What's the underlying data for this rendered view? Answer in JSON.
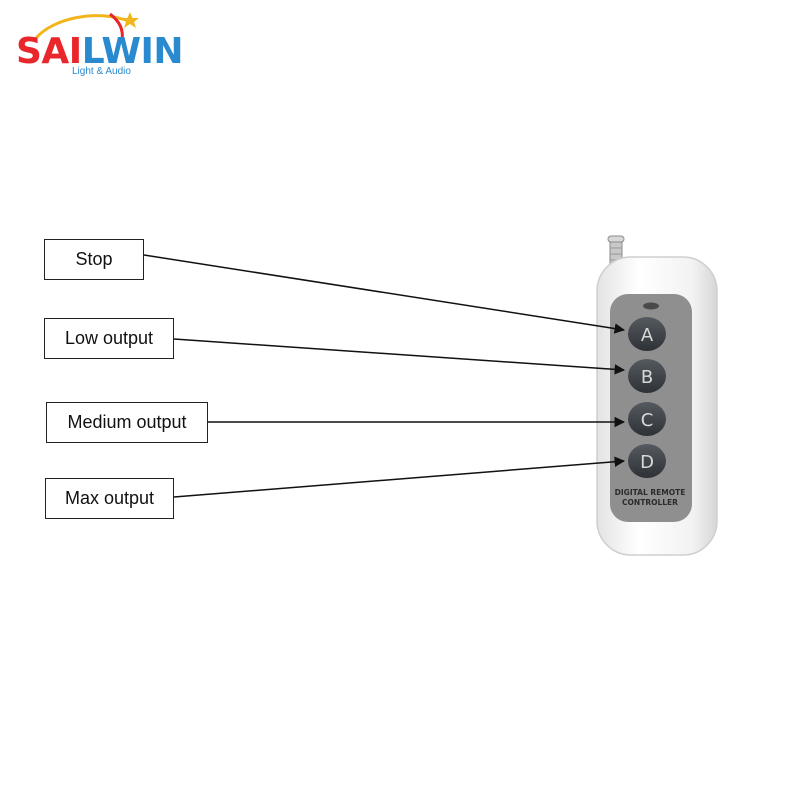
{
  "logo": {
    "brand_part1": "SAI",
    "brand_part2": "LWIN",
    "tagline": "Light & Audio",
    "colors": {
      "red": "#e8262b",
      "blue": "#2a8ad0",
      "gold": "#f2b51b"
    }
  },
  "labels": {
    "stop": "Stop",
    "low": "Low output",
    "medium": "Medium output",
    "max": "Max output"
  },
  "remote": {
    "buttons": [
      "A",
      "B",
      "C",
      "D"
    ],
    "caption_line1": "DIGITAL REMOTE",
    "caption_line2": "CONTROLLER",
    "body_color": "#f4f4f4",
    "panel_color": "#8f8f8f",
    "button_color": "#3d4247"
  }
}
